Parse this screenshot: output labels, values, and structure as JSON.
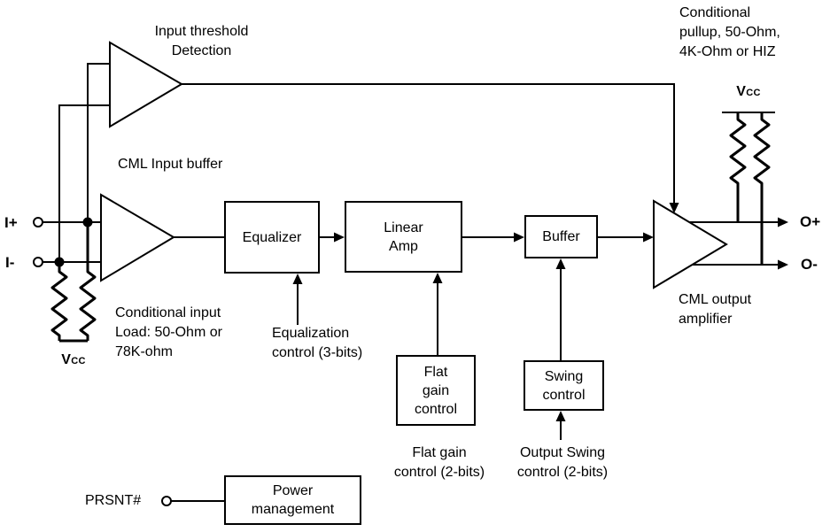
{
  "diagram": {
    "colors": {
      "background": "#ffffff",
      "line": "#000000",
      "text": "#000000"
    },
    "labels": {
      "input_threshold": "Input threshold\nDetection",
      "conditional_pullup": "Conditional\npullup, 50-Ohm,\n4K-Ohm or HIZ",
      "cml_input_buffer": "CML Input buffer",
      "i_plus": "I+",
      "i_minus": "I-",
      "vcc_input": "Vcc",
      "vcc_output": "Vcc",
      "conditional_input": "Conditional input\nLoad: 50-Ohm or\n78K-ohm",
      "equalization_control": "Equalization\ncontrol (3-bits)",
      "flat_gain_control": "Flat gain\ncontrol (2-bits)",
      "output_swing_control": "Output Swing\ncontrol (2-bits)",
      "cml_output_amplifier": "CML output\namplifier",
      "o_plus": "O+",
      "o_minus": "O-",
      "prsnt": "PRSNT#"
    },
    "blocks": {
      "equalizer": "Equalizer",
      "linear_amp": "Linear\nAmp",
      "buffer": "Buffer",
      "flat_gain": "Flat\ngain\ncontrol",
      "swing": "Swing\ncontrol",
      "power_management": "Power\nmanagement"
    }
  }
}
